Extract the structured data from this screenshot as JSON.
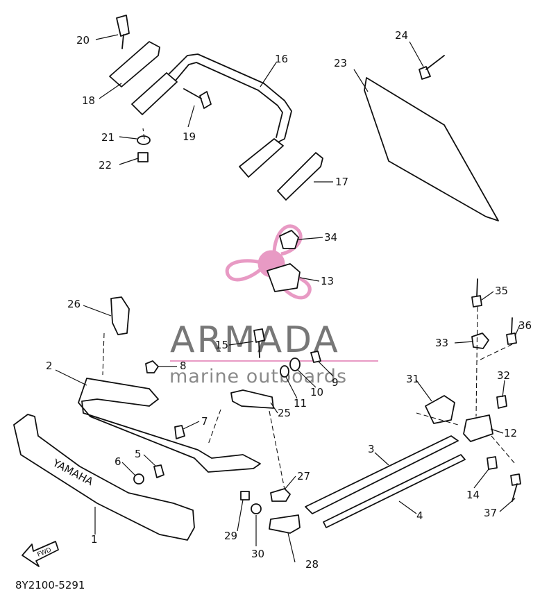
{
  "diagram": {
    "catalog_code": "8Y2100-5291",
    "part_labels": [
      "1",
      "2",
      "3",
      "4",
      "5",
      "6",
      "7",
      "8",
      "9",
      "10",
      "11",
      "12",
      "13",
      "14",
      "15",
      "16",
      "17",
      "18",
      "19",
      "20",
      "21",
      "22",
      "23",
      "24",
      "25",
      "26",
      "27",
      "28",
      "29",
      "30",
      "31",
      "32",
      "33",
      "34",
      "35",
      "36",
      "37"
    ],
    "embossed_text": "YAMAHA",
    "direction_marker": "FWD"
  },
  "watermark": {
    "brand": "ARMADA",
    "tagline": "marine outboards",
    "logo_color": "#e89ac4",
    "text_color": "#777777"
  }
}
